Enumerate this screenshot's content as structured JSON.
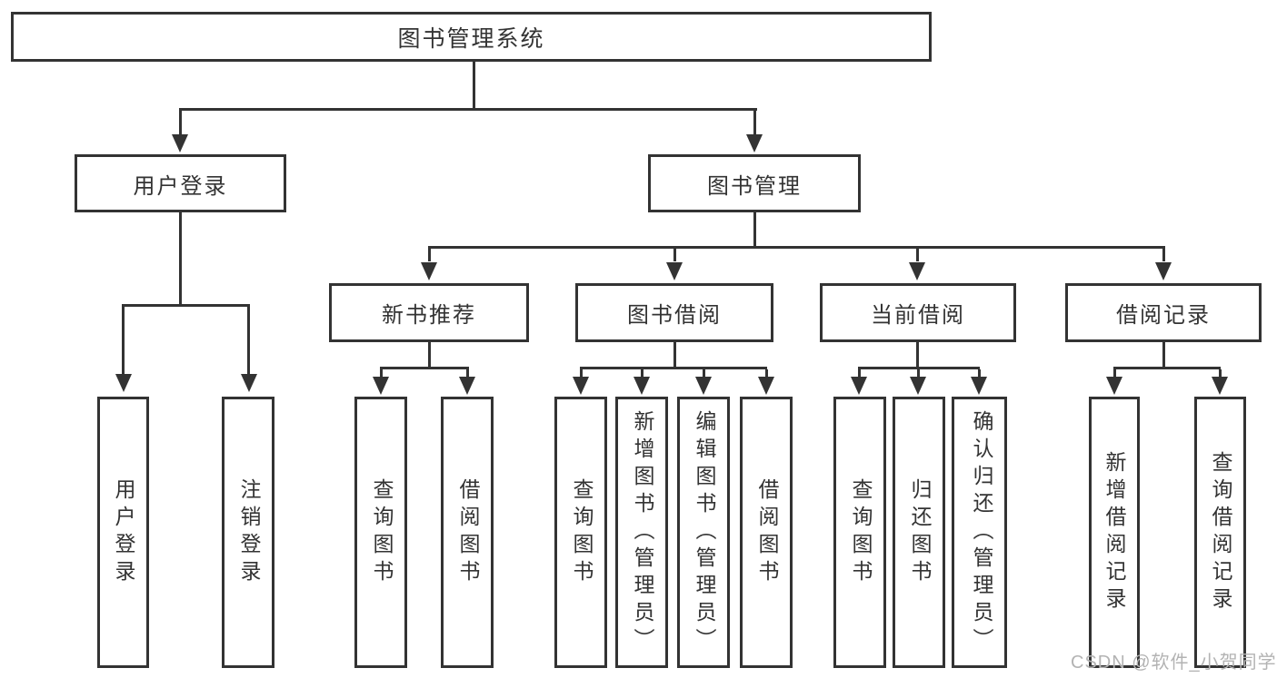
{
  "tree": {
    "label": "图书管理系统",
    "children": [
      {
        "label": "用户登录",
        "children": [
          {
            "label": "用户登录"
          },
          {
            "label": "注销登录"
          }
        ]
      },
      {
        "label": "图书管理",
        "children": [
          {
            "label": "新书推荐",
            "children": [
              {
                "label": "查询图书"
              },
              {
                "label": "借阅图书"
              }
            ]
          },
          {
            "label": "图书借阅",
            "children": [
              {
                "label": "查询图书"
              },
              {
                "label": "新增图书（管理员）"
              },
              {
                "label": "编辑图书（管理员）"
              },
              {
                "label": "借阅图书"
              }
            ]
          },
          {
            "label": "当前借阅",
            "children": [
              {
                "label": "查询图书"
              },
              {
                "label": "归还图书"
              },
              {
                "label": "确认归还（管理员）"
              }
            ]
          },
          {
            "label": "借阅记录",
            "children": [
              {
                "label": "新增借阅记录"
              },
              {
                "label": "查询借阅记录"
              }
            ]
          }
        ]
      }
    ]
  },
  "watermark": {
    "text": "CSDN @软件_小贺同学",
    "color": "#b3b3b3"
  },
  "colors": {
    "line": "#333333",
    "text": "#333333",
    "box_border": "#333333",
    "background": "#ffffff"
  }
}
